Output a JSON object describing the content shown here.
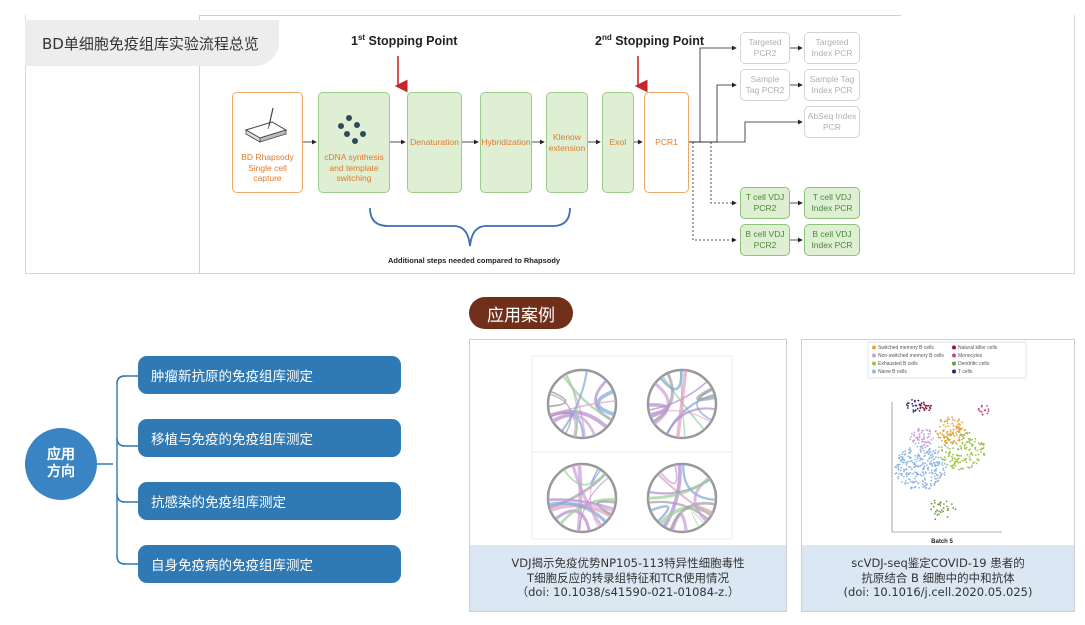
{
  "workflow": {
    "title": "BD单细胞免疫组库实验流程总览",
    "stop1": {
      "num": "1",
      "sup": "st",
      "text": " Stopping Point"
    },
    "stop2": {
      "num": "2",
      "sup": "nd",
      "text": " Stopping Point"
    },
    "capture": [
      "BD Rhapsody",
      "Single cell",
      "capture"
    ],
    "cdna": [
      "cDNA synthesis",
      "and template",
      "switching"
    ],
    "denaturation": "Denaturation",
    "hybridization": "Hybridization",
    "klenow": [
      "Klenow",
      "extension"
    ],
    "exol": "ExoI",
    "pcr1": "PCR1",
    "targeted": [
      "Targeted",
      "PCR2"
    ],
    "targeted_index": [
      "Targeted",
      "Index PCR"
    ],
    "sample_tag": [
      "Sample",
      "Tag PCR2"
    ],
    "sample_tag_index": [
      "Sample Tag",
      "Index PCR"
    ],
    "abseq": [
      "AbSeq Index",
      "PCR"
    ],
    "tcell": [
      "T cell VDJ",
      "PCR2"
    ],
    "tcell_index": [
      "T cell VDJ",
      "Index PCR"
    ],
    "bcell": [
      "B cell VDJ",
      "PCR2"
    ],
    "bcell_index": [
      "B cell VDJ",
      "Index PCR"
    ],
    "additional_note": "Additional steps needed compared to Rhapsody",
    "colors": {
      "orange": "#e07a2c",
      "green_fill": "#deefd4",
      "arrow_red": "#c62828",
      "brace_blue": "#3a6fb0"
    }
  },
  "applications": {
    "section_title": "应用案例",
    "direction_label": [
      "应用",
      "方向"
    ],
    "items": [
      "肿瘤新抗原的免疫组库测定",
      "移植与免疫的免疫组库测定",
      "抗感染的免疫组库测定",
      "自身免疫病的免疫组库测定"
    ],
    "colors": {
      "item_blue": "#2f79b5",
      "pill_brown": "#6f2f1b"
    }
  },
  "cases": [
    {
      "caption": [
        "VDJ揭示免疫优势NP105-113特异性细胞毒性",
        "T细胞反应的转录组特征和TCR使用情况",
        "（doi: 10.1038/s41590-021-01084-z.）"
      ]
    },
    {
      "legend": [
        "Switched memory B cells",
        "Natural killer cells",
        "Non-switched memory B cells",
        "Monocytes",
        "Exhausted B cells",
        "Dendritic cells",
        "Naive B cells",
        "T cells"
      ],
      "legend_colors": [
        "#e8a33a",
        "#8a1a3a",
        "#c7a3d8",
        "#c04a8a",
        "#9bc24a",
        "#6a9a3a",
        "#8fb6de",
        "#2a2a6a"
      ],
      "xlabel": "Batch 5",
      "caption": [
        "scVDJ-seq鉴定COVID-19 患者的",
        "抗原结合 B 细胞中的中和抗体",
        "(doi: 10.1016/j.cell.2020.05.025)"
      ]
    }
  ]
}
